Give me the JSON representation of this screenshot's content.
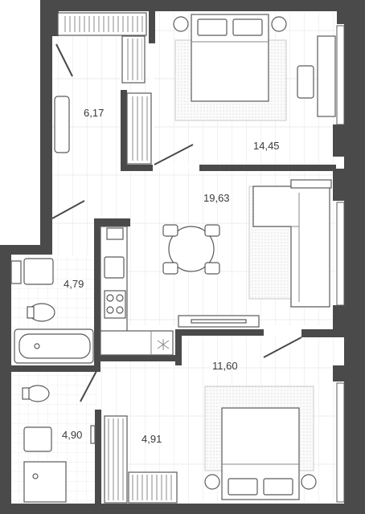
{
  "rooms": [
    {
      "id": "hall",
      "area": "6,17"
    },
    {
      "id": "bedroom-1",
      "area": "14,45"
    },
    {
      "id": "living-kitchen",
      "area": "19,63"
    },
    {
      "id": "bathroom-1",
      "area": "4,79"
    },
    {
      "id": "bedroom-2",
      "area": "11,60"
    },
    {
      "id": "bathroom-2",
      "area": "4,90"
    },
    {
      "id": "wardrobe",
      "area": "4,91"
    }
  ],
  "colors": {
    "wall": "#4a4a4a",
    "floor_lines": "#e4e4e4",
    "furniture_stroke": "#5a5a5a"
  }
}
